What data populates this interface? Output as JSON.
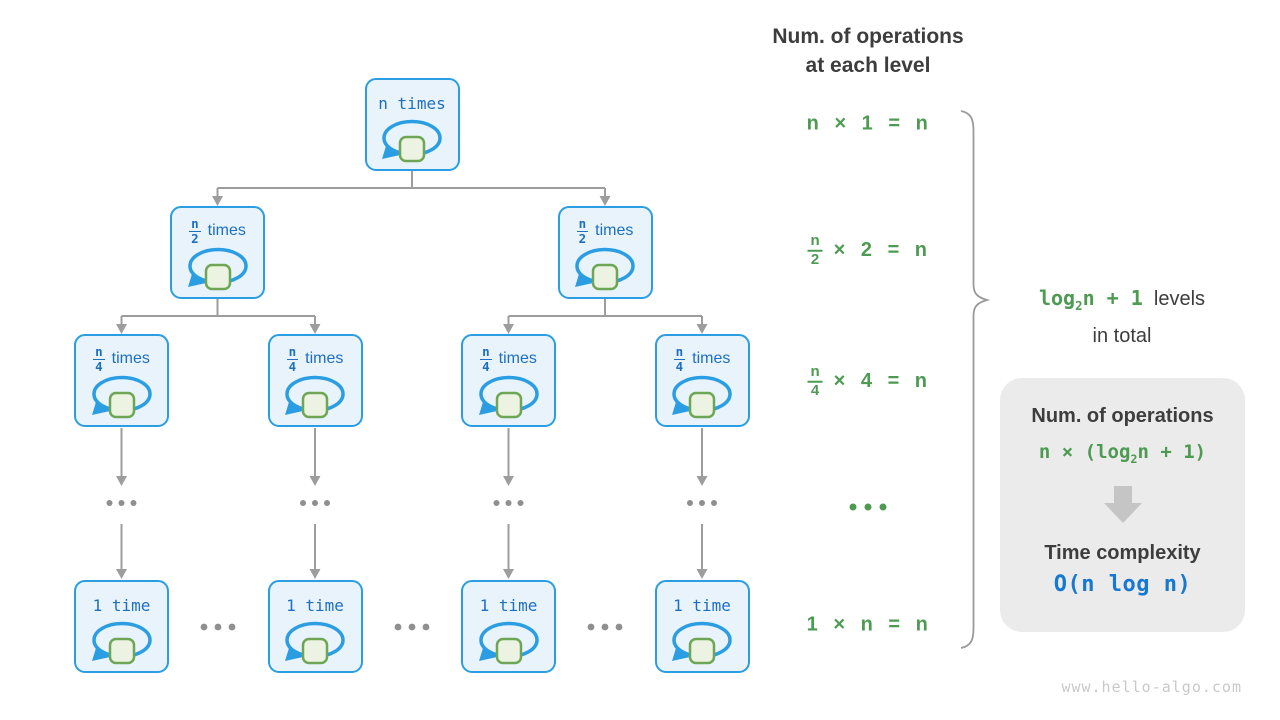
{
  "tree": {
    "levels": [
      {
        "name": "level-0",
        "nodes": [
          {
            "label_type": "plain",
            "label": "n times"
          }
        ]
      },
      {
        "name": "level-1",
        "nodes": [
          {
            "label_type": "frac",
            "num": "n",
            "den": "2",
            "suffix": "times"
          },
          {
            "label_type": "frac",
            "num": "n",
            "den": "2",
            "suffix": "times"
          }
        ]
      },
      {
        "name": "level-2",
        "nodes": [
          {
            "label_type": "frac",
            "num": "n",
            "den": "4",
            "suffix": "times"
          },
          {
            "label_type": "frac",
            "num": "n",
            "den": "4",
            "suffix": "times"
          },
          {
            "label_type": "frac",
            "num": "n",
            "den": "4",
            "suffix": "times"
          },
          {
            "label_type": "frac",
            "num": "n",
            "den": "4",
            "suffix": "times"
          }
        ]
      },
      {
        "name": "level-last",
        "nodes": [
          {
            "label_type": "plain",
            "label": "1 time"
          },
          {
            "label_type": "plain",
            "label": "1 time"
          },
          {
            "label_type": "plain",
            "label": "1 time"
          },
          {
            "label_type": "plain",
            "label": "1 time"
          }
        ]
      }
    ],
    "ellipsis": "..."
  },
  "annotations": {
    "header_line1": "Num. of operations",
    "header_line2": "at each level",
    "rows": [
      {
        "type": "plain",
        "text": "n × 1 = n"
      },
      {
        "type": "frac",
        "num": "n",
        "den": "2",
        "rest": "× 2 = n"
      },
      {
        "type": "frac",
        "num": "n",
        "den": "4",
        "rest": "× 4 = n"
      },
      {
        "type": "dots"
      },
      {
        "type": "plain",
        "text": "1 × n = n"
      }
    ]
  },
  "brace_label": {
    "log": "log",
    "sub": "2",
    "rest": "n + 1",
    "suffix": "  levels",
    "line2": "in total"
  },
  "summary_box": {
    "title": "Num. of operations",
    "formula_prefix": "n × (",
    "formula_log": "log",
    "formula_sub": "2",
    "formula_rest": "n + 1)",
    "subtitle": "Time complexity",
    "complexity": "O(n log n)"
  },
  "watermark": "www.hello-algo.com",
  "colors": {
    "node_border": "#2b9ee3",
    "node_fill": "#e8f3fc",
    "node_text": "#1e6ec2",
    "loop_stroke": "#2b9ee3",
    "square_fill": "#ecf3e3",
    "square_border": "#6fa655",
    "connector": "#9d9d9d",
    "green": "#4d9a52",
    "dark": "#3d3d3d",
    "box_bg": "#ebebeb",
    "box_arrow": "#c5c5c5",
    "blue": "#1778d2",
    "watermark": "#c9c9c9"
  }
}
